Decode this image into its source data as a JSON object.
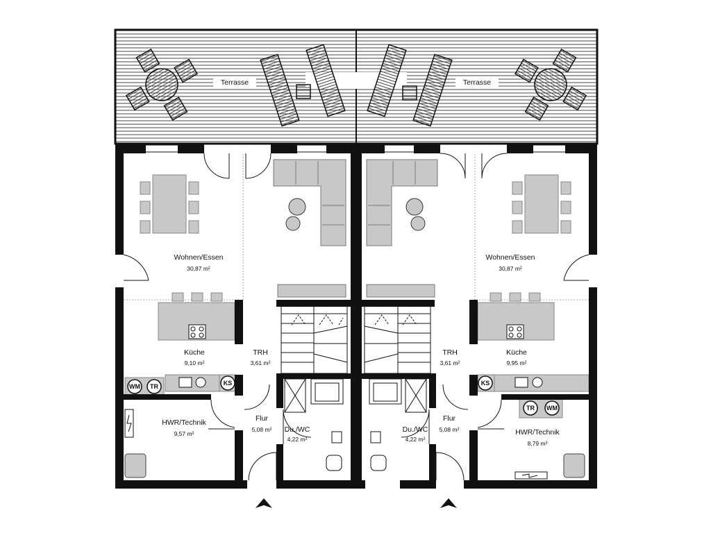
{
  "entrance_arrows": 2,
  "rooms": [
    {
      "id": "terrasse-left",
      "name": "Terrasse",
      "area": ""
    },
    {
      "id": "terrasse-right",
      "name": "Terrasse",
      "area": ""
    },
    {
      "id": "wohnen-left",
      "name": "Wohnen/Essen",
      "area": "30,87 m²"
    },
    {
      "id": "wohnen-right",
      "name": "Wohnen/Essen",
      "area": "30,87 m²"
    },
    {
      "id": "kueche-left",
      "name": "Küche",
      "area": "9,10 m²"
    },
    {
      "id": "kueche-right",
      "name": "Küche",
      "area": "9,95 m²"
    },
    {
      "id": "trh-left",
      "name": "TRH",
      "area": "3,61 m²"
    },
    {
      "id": "trh-right",
      "name": "TRH",
      "area": "3,61 m²"
    },
    {
      "id": "flur-left",
      "name": "Flur",
      "area": "5,08 m²"
    },
    {
      "id": "flur-right",
      "name": "Flur",
      "area": "5,08 m²"
    },
    {
      "id": "duwc-left",
      "name": "Du./WC",
      "area": "4,22 m²"
    },
    {
      "id": "duwc-right",
      "name": "Du./WC",
      "area": "4,22 m²"
    },
    {
      "id": "hwr-left",
      "name": "HWR/Technik",
      "area": "9,57 m²"
    },
    {
      "id": "hwr-right",
      "name": "HWR/Technik",
      "area": "8,79 m²"
    }
  ],
  "appliances": {
    "wm": "WM",
    "tr": "TR",
    "ks": "KS"
  }
}
